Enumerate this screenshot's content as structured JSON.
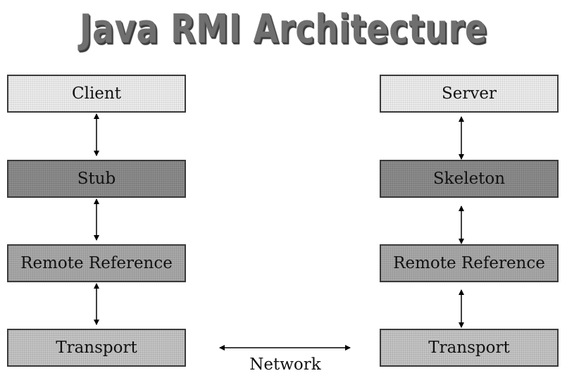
{
  "title": "Java RMI Architecture",
  "client_side": {
    "layers": [
      "Client",
      "Stub",
      "Remote Reference",
      "Transport"
    ]
  },
  "server_side": {
    "layers": [
      "Server",
      "Skeleton",
      "Remote Reference",
      "Transport"
    ]
  },
  "network_label": "Network",
  "colors": {
    "top_layer": "#ececec",
    "stub_skeleton": "#8c8c8c",
    "remote_reference": "#a9a9a9",
    "transport": "#c4c4c4",
    "title": "#6f6f6f"
  }
}
